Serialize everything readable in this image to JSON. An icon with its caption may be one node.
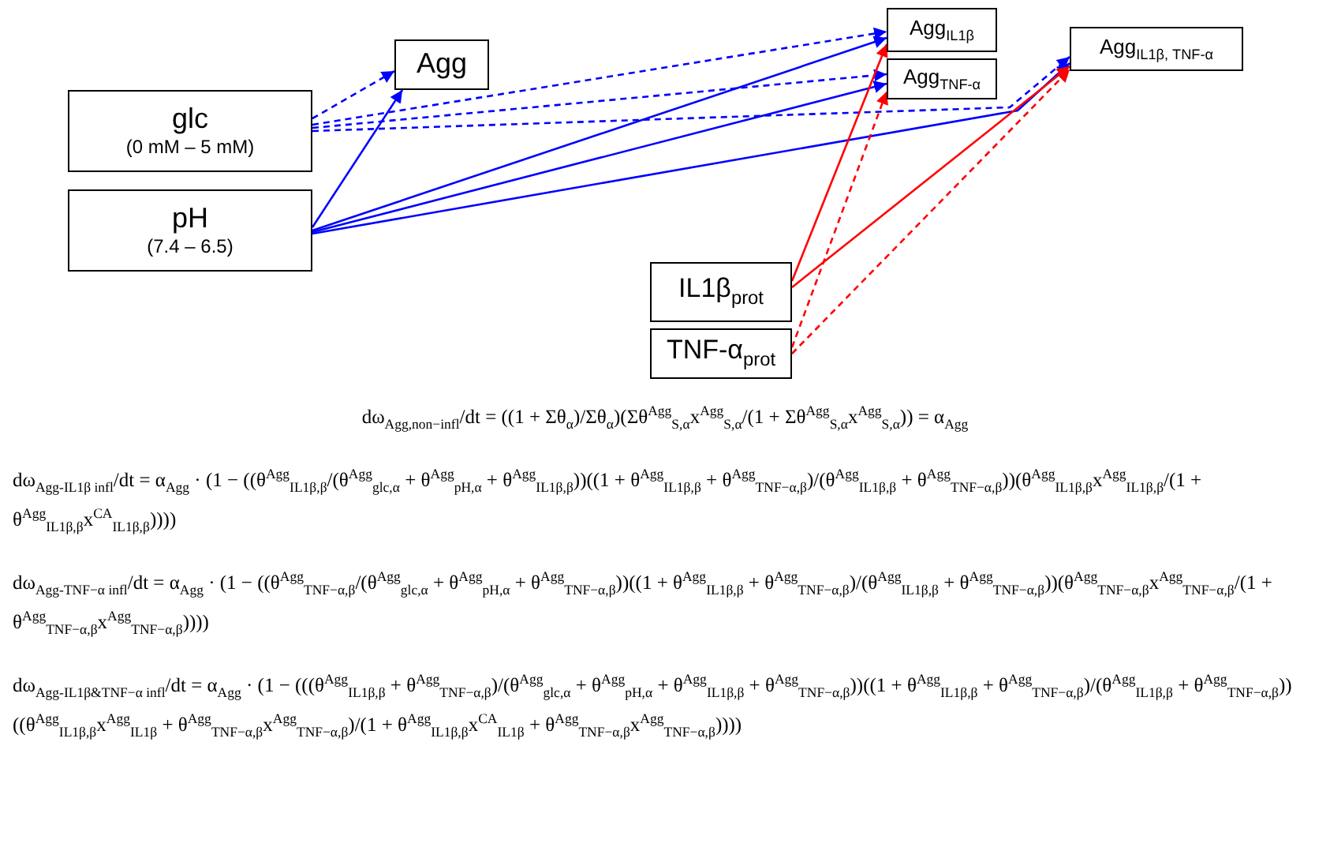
{
  "diagram": {
    "nodes": [
      {
        "text": [
          "Agg"
        ]
      },
      {
        "text": [
          "glc",
          "(0 mM – 5 mM)"
        ]
      },
      {
        "text": [
          "pH",
          "(7.4 – 6.5)"
        ]
      },
      {
        "text": [
          "Agg$_{IL1β}$"
        ]
      },
      {
        "text": [
          "Agg$_{TNF-α}$"
        ]
      },
      {
        "text": [
          "Agg$_{IL1β, TNF-α}$"
        ]
      },
      {
        "text": [
          "IL1β$_{prot}$"
        ]
      },
      {
        "text": [
          "TNF-α$_{prot}$"
        ]
      }
    ],
    "edges": [
      {
        "from": 1,
        "to": 0,
        "arrow": "to",
        "style": "dashed"
      },
      {
        "from": 1,
        "to": 3,
        "arrow": "to",
        "style": "dashed"
      },
      {
        "from": 1,
        "to": 4,
        "arrow": "to",
        "style": "dashed"
      },
      {
        "from": 1,
        "to": 5,
        "arrow": "to",
        "style": "dashed"
      },
      {
        "from": 2,
        "to": 0,
        "arrow": "to"
      },
      {
        "from": 2,
        "to": 3,
        "arrow": "to"
      },
      {
        "from": 2,
        "to": 4,
        "arrow": "to"
      },
      {
        "from": 2,
        "to": 5,
        "arrow": "to"
      },
      {
        "from": 6,
        "to": 3,
        "arrow": "to",
        "color": "#ff0000"
      },
      {
        "from": 6,
        "to": 5,
        "arrow": "to",
        "color": "#ff0000"
      },
      {
        "from": 7,
        "to": 4,
        "arrow": "to",
        "style": "dashed",
        "color": "#ff0000"
      },
      {
        "from": 7,
        "to": 5,
        "arrow": "to",
        "style": "dashed",
        "color": "#ff0000"
      }
    ],
    "labels": [
      "dω$_{Agg,non−infl}$/dt = ((1 + Σθ$_{α}$)/Σθ$_{α}$)(Σθ$^{Agg}$$_{S,α}$x$^{Agg}$$_{S,α}$/(1 + Σθ$^{Agg}$$_{S,α}$x$^{Agg}$$_{S,α}$)) = α$_{Agg}$",
      "dω$_{Agg-IL1β infl}$/dt = α$_{Agg}$ · (1 − ((θ$^{Agg}$$_{IL1β,β}$/(θ$^{Agg}$$_{glc,α}$ + θ$^{Agg}$$_{pH,α}$ + θ$^{Agg}$$_{IL1β,β}$))((1 + θ$^{Agg}$$_{IL1β,β}$ + θ$^{Agg}$$_{TNF−α,β}$)/(θ$^{Agg}$$_{IL1β,β}$ + θ$^{Agg}$$_{TNF−α,β}$))(θ$^{Agg}$$_{IL1β,β}$x$^{Agg}$$_{IL1β,β}$/(1 + θ$^{Agg}$$_{IL1β,β}$x$^{CA}$$_{IL1β,β}$))))",
      "dω$_{Agg-TNF−α infl}$/dt = α$_{Agg}$ · (1 − ((θ$^{Agg}$$_{TNF−α,β}$/(θ$^{Agg}$$_{glc,α}$ + θ$^{Agg}$$_{pH,α}$ + θ$^{Agg}$$_{TNF−α,β}$))((1 + θ$^{Agg}$$_{IL1β,β}$ + θ$^{Agg}$$_{TNF−α,β}$)/(θ$^{Agg}$$_{IL1β,β}$ + θ$^{Agg}$$_{TNF−α,β}$))(θ$^{Agg}$$_{TNF−α,β}$x$^{Agg}$$_{TNF−α,β}$/(1 + θ$^{Agg}$$_{TNF−α,β}$x$^{Agg}$$_{TNF−α,β}$))))",
      "dω$_{Agg-IL1β&TNF−α infl}$/dt = α$_{Agg}$ · (1 − (((θ$^{Agg}$$_{IL1β,β}$ + θ$^{Agg}$$_{TNF−α,β}$)/(θ$^{Agg}$$_{glc,α}$ + θ$^{Agg}$$_{pH,α}$ + θ$^{Agg}$$_{IL1β,β}$ + θ$^{Agg}$$_{TNF−α,β}$))((1 + θ$^{Agg}$$_{IL1β,β}$ + θ$^{Agg}$$_{TNF−α,β}$)/(θ$^{Agg}$$_{IL1β,β}$ + θ$^{Agg}$$_{TNF−α,β}$))((θ$^{Agg}$$_{IL1β,β}$x$^{Agg}$$_{IL1β}$ + θ$^{Agg}$$_{TNF−α,β}$x$^{Agg}$$_{TNF−α,β}$)/(1 + θ$^{Agg}$$_{IL1β,β}$x$^{CA}$$_{IL1β}$ + θ$^{Agg}$$_{TNF−α,β}$x$^{Agg}$$_{TNF−α,β}$))))"
    ]
  }
}
